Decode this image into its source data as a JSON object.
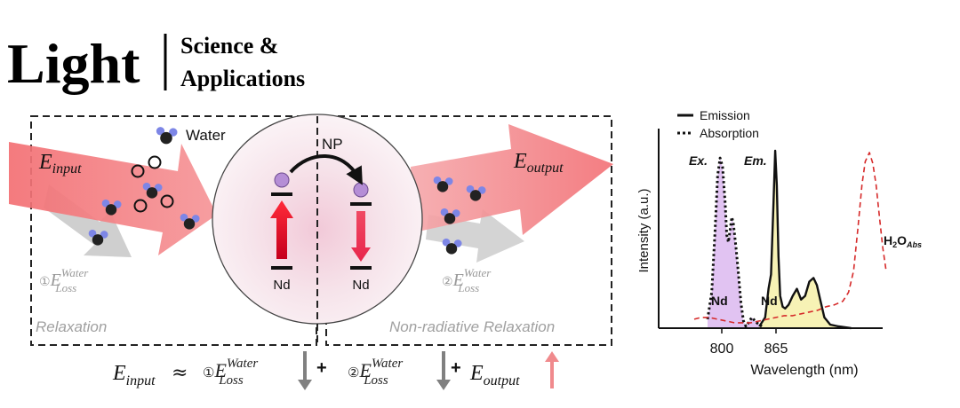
{
  "logo": {
    "main": "Light",
    "sub_line1": "Science &",
    "sub_line2": "Applications"
  },
  "diagram": {
    "water_label": "Water",
    "np_label": "NP",
    "nd_left": "Nd",
    "nd_right": "Nd",
    "e_input": {
      "main": "E",
      "sub": "input"
    },
    "e_output": {
      "main": "E",
      "sub": "output"
    },
    "loss1": {
      "num": "①",
      "main": "E",
      "sup": "Water",
      "sub": "Loss"
    },
    "loss2": {
      "num": "②",
      "main": "E",
      "sup": "Water",
      "sub": "Loss"
    },
    "relaxation": "Relaxation",
    "nonrad_relaxation": "Non-radiative Relaxation"
  },
  "equation": {
    "lhs_main": "E",
    "lhs_sub": "input",
    "approx": "≈",
    "t1_num": "①",
    "t1_main": "E",
    "t1_sup": "Water",
    "t1_sub": "Loss",
    "plus1": "+",
    "t2_num": "②",
    "t2_main": "E",
    "t2_sup": "Water",
    "t2_sub": "Loss",
    "plus2": "+",
    "t3_main": "E",
    "t3_sub": "output"
  },
  "chart_data": {
    "type": "line",
    "xlabel": "Wavelength (nm)",
    "ylabel": "Intensity (a.u.)",
    "xticks": [
      800,
      865
    ],
    "legend": [
      "Emission",
      "Absorption"
    ],
    "legend_position": "top-left",
    "annotations": {
      "ex": "Ex.",
      "em": "Em.",
      "nd_abs": "Nd",
      "nd_em": "Nd",
      "h2o_main": "H",
      "h2o_sub2": "2",
      "h2o_o": "O",
      "h2o_subabs": "Abs"
    },
    "series": [
      {
        "name": "Absorption",
        "style": "dotted",
        "color": "#111111",
        "fill": "#dcb8f0",
        "x": [
          783,
          788,
          792,
          795,
          798,
          801,
          804,
          806,
          808,
          810,
          812,
          814,
          817,
          820,
          823,
          826,
          829,
          832,
          836,
          842,
          848
        ],
        "y": [
          0.05,
          0.2,
          0.55,
          0.85,
          0.95,
          0.9,
          0.7,
          0.52,
          0.48,
          0.55,
          0.62,
          0.58,
          0.45,
          0.3,
          0.14,
          0.04,
          0.01,
          0.03,
          0.06,
          0.03,
          0.01
        ]
      },
      {
        "name": "Emission",
        "style": "solid",
        "color": "#111111",
        "fill": "#f6f0a8",
        "x": [
          845,
          852,
          856,
          859,
          862,
          864,
          866,
          868,
          870,
          873,
          876,
          880,
          885,
          890,
          895,
          900,
          905,
          910,
          914,
          918,
          923,
          930,
          940,
          955
        ],
        "y": [
          0.01,
          0.06,
          0.22,
          0.3,
          0.7,
          0.99,
          0.8,
          0.4,
          0.18,
          0.12,
          0.11,
          0.13,
          0.18,
          0.22,
          0.16,
          0.18,
          0.26,
          0.28,
          0.24,
          0.16,
          0.06,
          0.02,
          0.01,
          0.0
        ]
      },
      {
        "name": "H2O absorption",
        "style": "dashed",
        "color": "#d62a2a",
        "fill": null,
        "x": [
          767,
          775,
          785,
          795,
          805,
          815,
          825,
          835,
          845,
          855,
          865,
          875,
          885,
          895,
          905,
          915,
          925,
          935,
          945,
          952,
          958,
          963,
          968,
          972,
          977,
          981,
          985,
          989,
          993,
          997
        ],
        "y": [
          0.05,
          0.06,
          0.06,
          0.05,
          0.04,
          0.03,
          0.03,
          0.03,
          0.04,
          0.05,
          0.06,
          0.07,
          0.07,
          0.08,
          0.09,
          0.1,
          0.12,
          0.13,
          0.15,
          0.2,
          0.32,
          0.55,
          0.8,
          0.93,
          0.98,
          0.92,
          0.8,
          0.62,
          0.45,
          0.32
        ]
      }
    ]
  }
}
